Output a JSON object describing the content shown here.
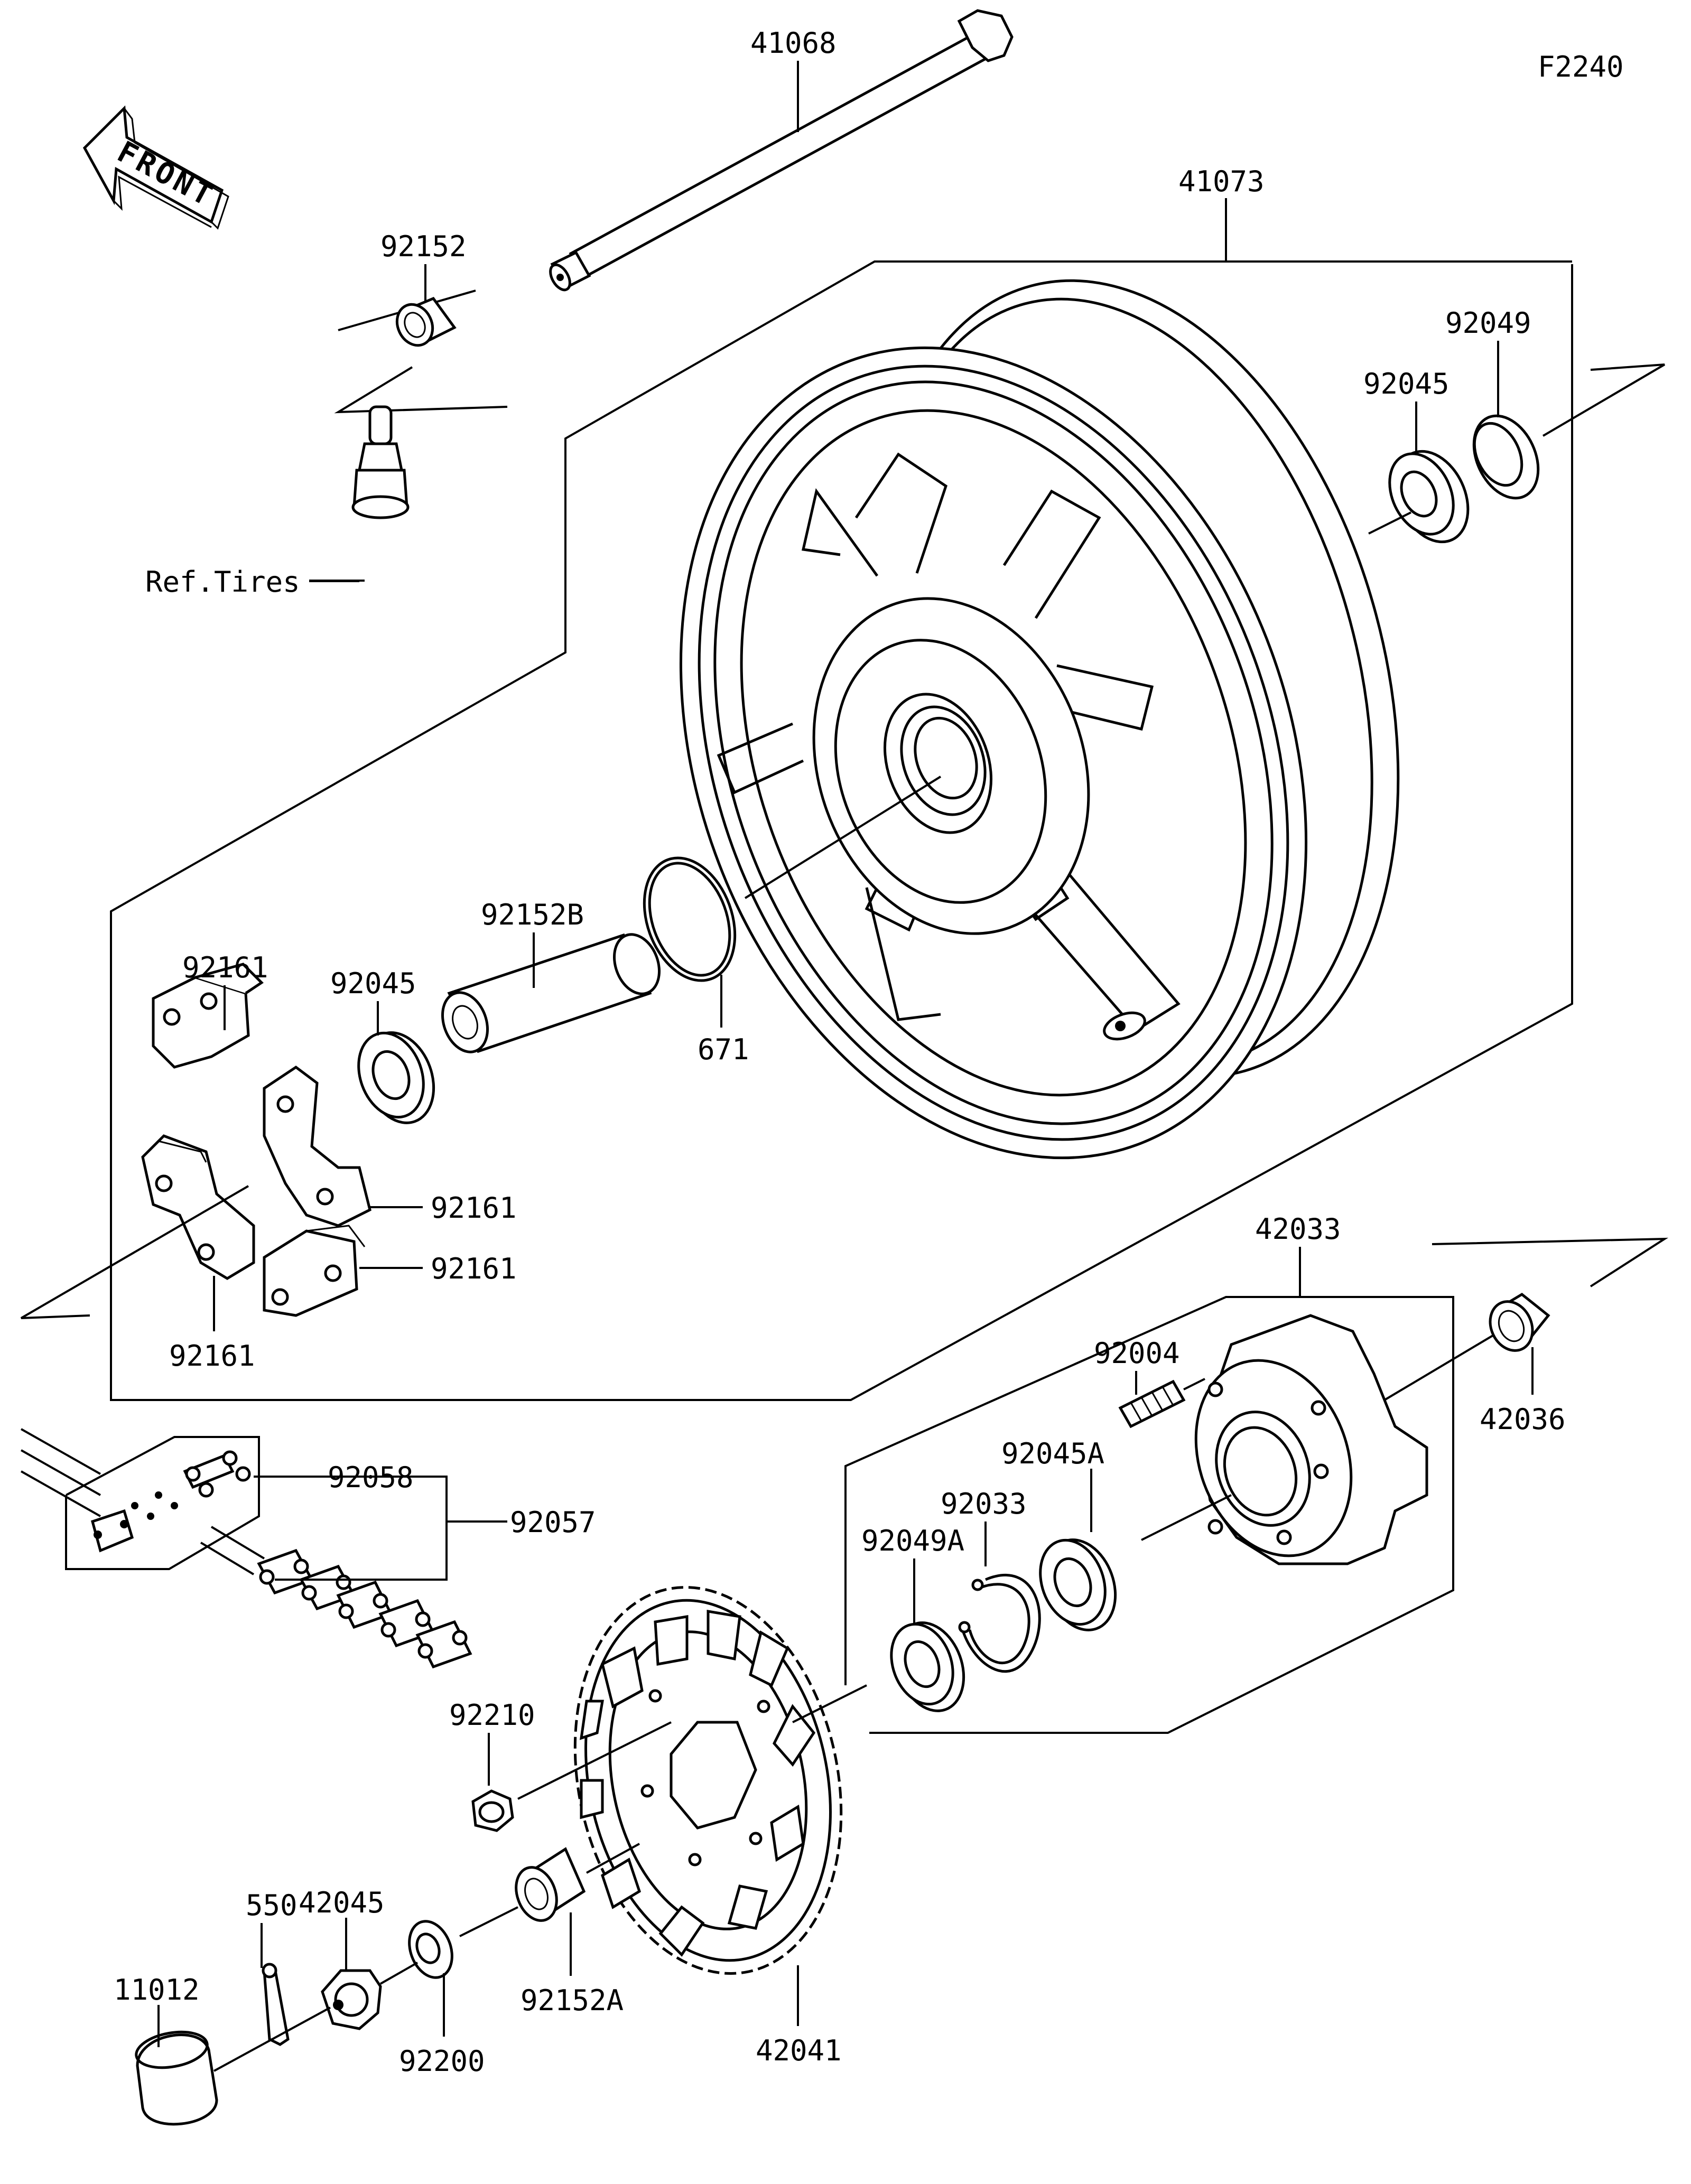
{
  "figure_code": "F2240",
  "direction_arrow": "FRONT",
  "parts": [
    "41068",
    "92152",
    "41073",
    "92049",
    "92045",
    "Ref.Tires",
    "92152B",
    "92161",
    "92045",
    "671",
    "92161",
    "92161",
    "92161",
    "42033",
    "92004",
    "42036",
    "92045A",
    "92033",
    "92049A",
    "92058",
    "92057",
    "92210",
    "42045",
    "550",
    "11012",
    "92200",
    "92152A",
    "42041"
  ]
}
